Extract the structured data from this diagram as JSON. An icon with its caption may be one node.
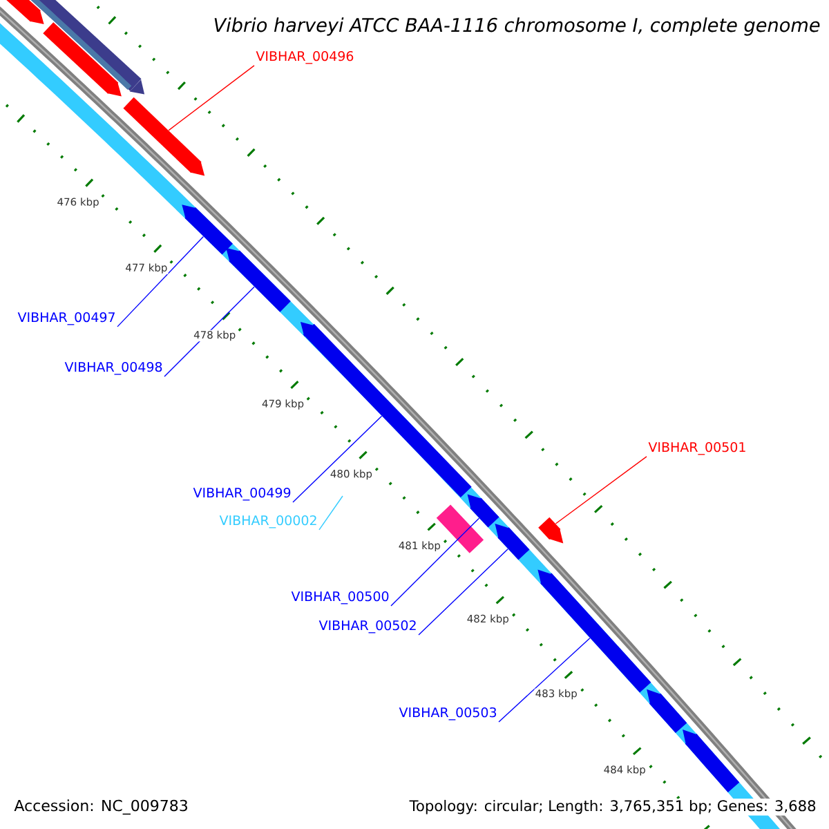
{
  "diagram": {
    "title": "Vibrio harveyi ATCC BAA-1116 chromosome I, complete genome",
    "nodes": [
      {
        "text": [
          "VIBHAR_00496"
        ]
      },
      {
        "text": [
          "VIBHAR_00497"
        ]
      },
      {
        "text": [
          "VIBHAR_00498"
        ]
      },
      {
        "text": [
          "VIBHAR_00501"
        ]
      },
      {
        "text": [
          "VIBHAR_00499"
        ]
      },
      {
        "text": [
          "VIBHAR_00002"
        ]
      },
      {
        "text": [
          "VIBHAR_00500"
        ]
      },
      {
        "text": [
          "VIBHAR_00502"
        ]
      },
      {
        "text": [
          "VIBHAR_00503"
        ]
      },
      {
        "text": [],
        "shape": "bar"
      },
      {
        "text": [],
        "shape": "bar"
      },
      {
        "text": [],
        "shape": "bar"
      },
      {
        "text": [],
        "shape": "bar"
      },
      {
        "text": [],
        "shape": "bar"
      },
      {
        "text": [],
        "shape": "bar"
      },
      {
        "text": [],
        "shape": "bar"
      },
      {
        "text": [],
        "shape": "bar"
      },
      {
        "text": [],
        "shape": "bar"
      },
      {
        "text": [],
        "shape": "bar"
      },
      {
        "text": [],
        "shape": "bar"
      },
      {
        "text": [],
        "shape": "bar"
      },
      {
        "text": [],
        "shape": "bar"
      },
      {
        "text": [],
        "shape": "bar"
      }
    ],
    "edges": [
      {
        "from": 0,
        "to": 9,
        "arrow": "none",
        "color": "#ff0000"
      },
      {
        "from": 1,
        "to": 10,
        "arrow": "none"
      },
      {
        "from": 2,
        "to": 11,
        "arrow": "none"
      },
      {
        "from": 3,
        "to": 12,
        "arrow": "none",
        "color": "#ff0000"
      },
      {
        "from": 4,
        "to": 13,
        "arrow": "none"
      },
      {
        "from": 5,
        "to": null,
        "arrow": "none",
        "color": "#33ccff"
      },
      {
        "from": 6,
        "to": 14,
        "arrow": "none"
      },
      {
        "from": 7,
        "to": 15,
        "arrow": "none"
      },
      {
        "from": 8,
        "to": 16,
        "arrow": "none"
      }
    ],
    "labels": [
      "476 kbp",
      "477 kbp",
      "478 kbp",
      "479 kbp",
      "480 kbp",
      "481 kbp",
      "482 kbp",
      "483 kbp",
      "484 kbp",
      "Accession: NC_009783",
      "Topology: circular; Length: 3,765,351 bp; Genes: 3,688"
    ]
  }
}
